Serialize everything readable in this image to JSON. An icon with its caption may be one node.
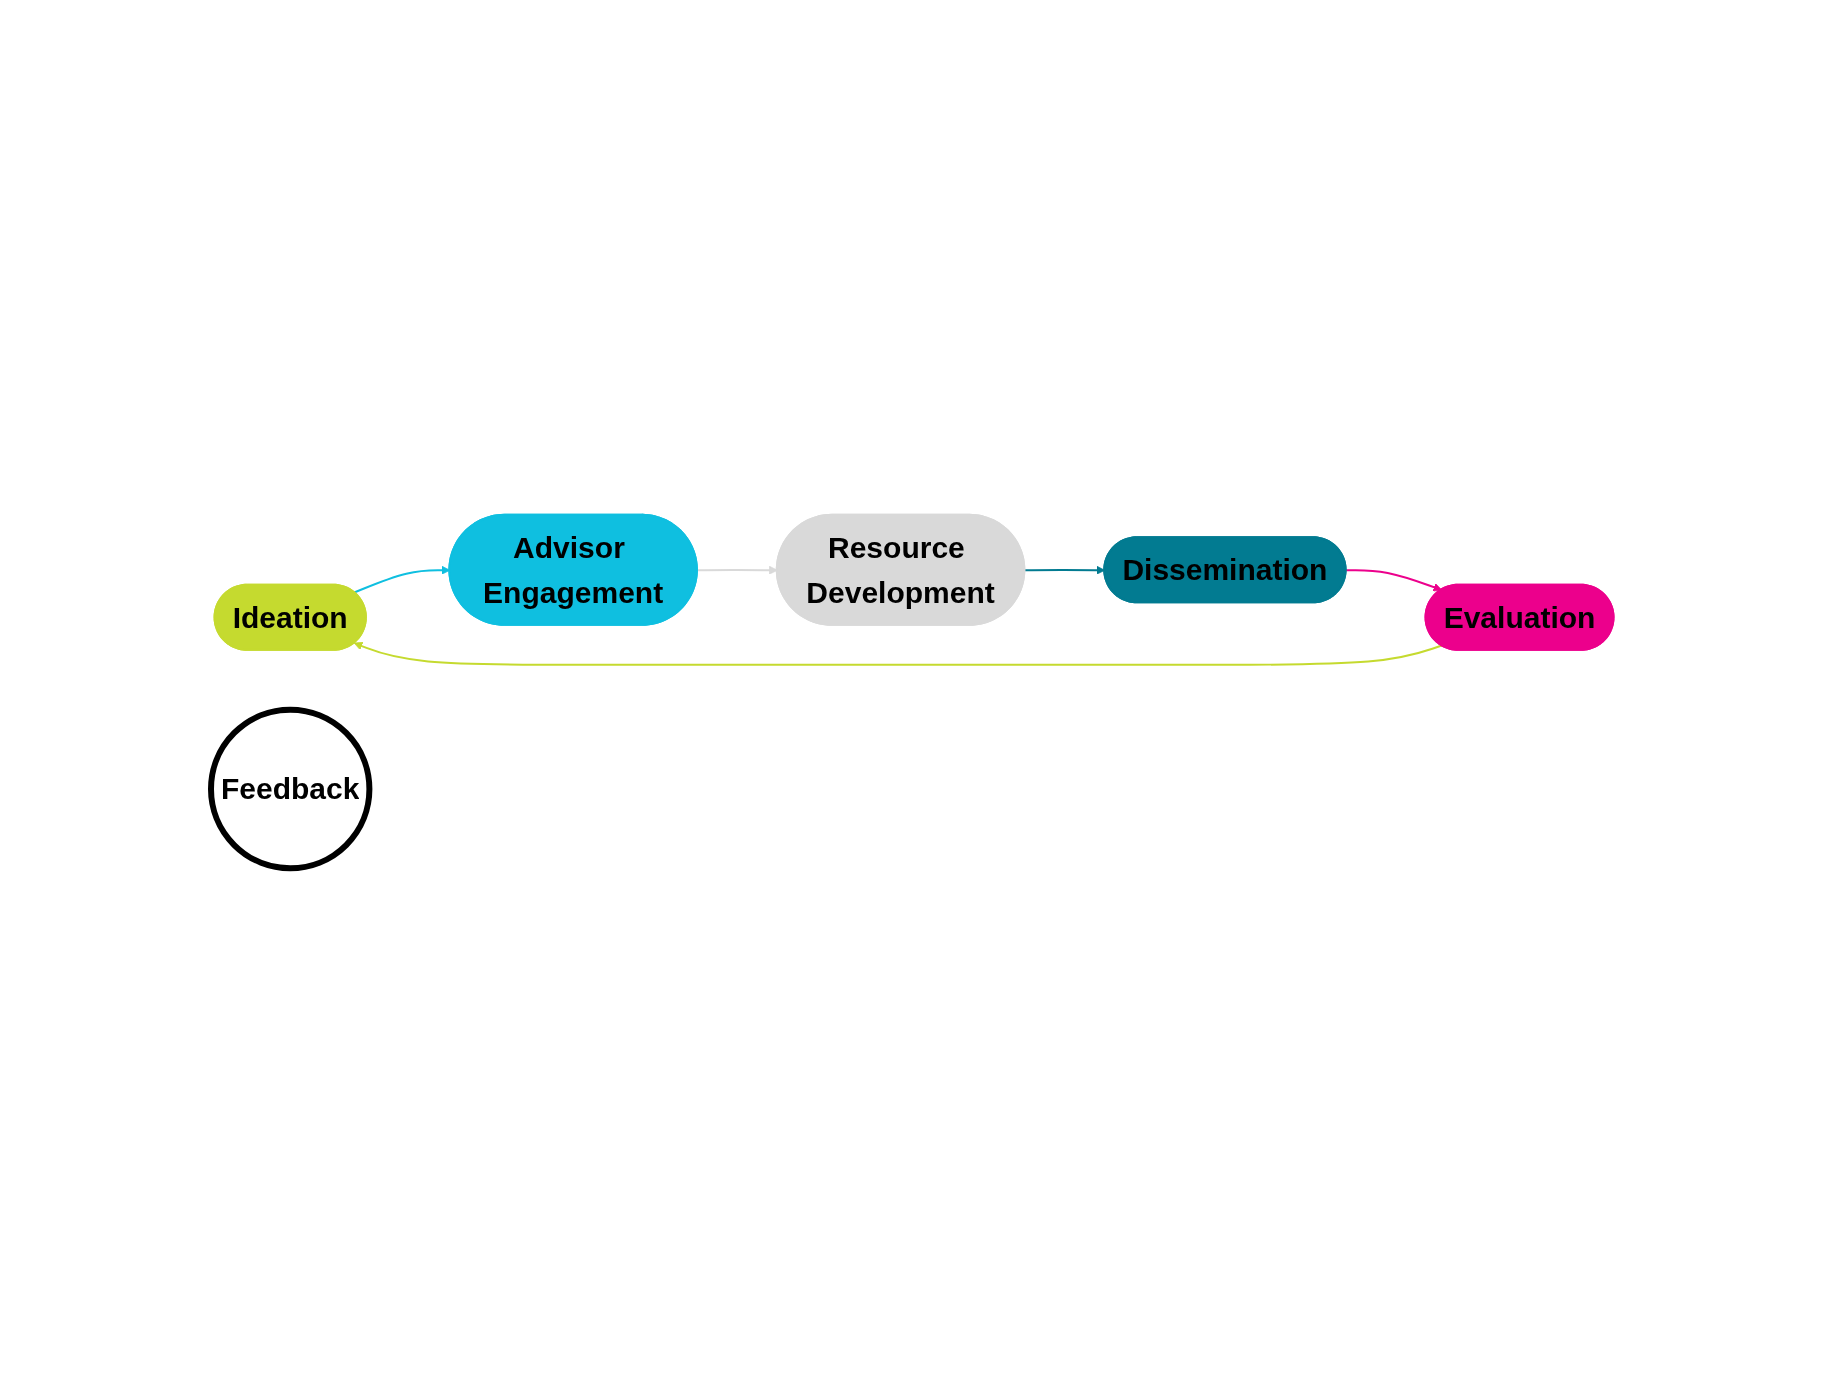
{
  "diagram": {
    "nodes": [
      {
        "text": [
          "Ideation"
        ]
      },
      {
        "text": [
          "Advisor Engagement"
        ]
      },
      {
        "text": [
          "Resource Development"
        ]
      },
      {
        "text": [
          "Dissemination"
        ]
      },
      {
        "text": [
          "Evaluation"
        ]
      },
      {
        "text": [
          "Feedback"
        ]
      }
    ],
    "edges": [
      {
        "from": 4,
        "to": 0,
        "arrow": "to",
        "color": "#c5da2f"
      },
      {
        "from": 0,
        "to": 1,
        "arrow": "to",
        "color": "#0fbfe0"
      },
      {
        "from": 1,
        "to": 2,
        "arrow": "to",
        "color": "#d9d9d9"
      },
      {
        "from": 2,
        "to": 3,
        "arrow": "to",
        "color": "#027b91"
      },
      {
        "from": 3,
        "to": 4,
        "arrow": "to",
        "color": "#ec008c"
      }
    ]
  }
}
